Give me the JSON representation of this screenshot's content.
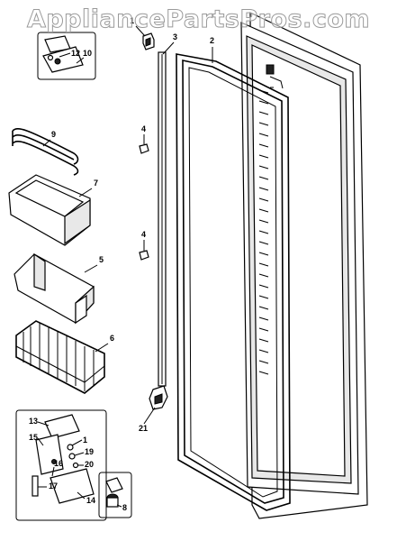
{
  "watermark": "AppliancePartsPros.com",
  "callouts": {
    "c1a": "1",
    "c1b": "1",
    "c2": "2",
    "c3": "3",
    "c4a": "4",
    "c4b": "4",
    "c5": "5",
    "c6": "6",
    "c7": "7",
    "c8": "8",
    "c9": "9",
    "c10": "10",
    "c12": "12",
    "c13": "13",
    "c14": "14",
    "c15": "15",
    "c16": "16",
    "c17": "17",
    "c19": "19",
    "c20": "20",
    "c21": "21"
  }
}
